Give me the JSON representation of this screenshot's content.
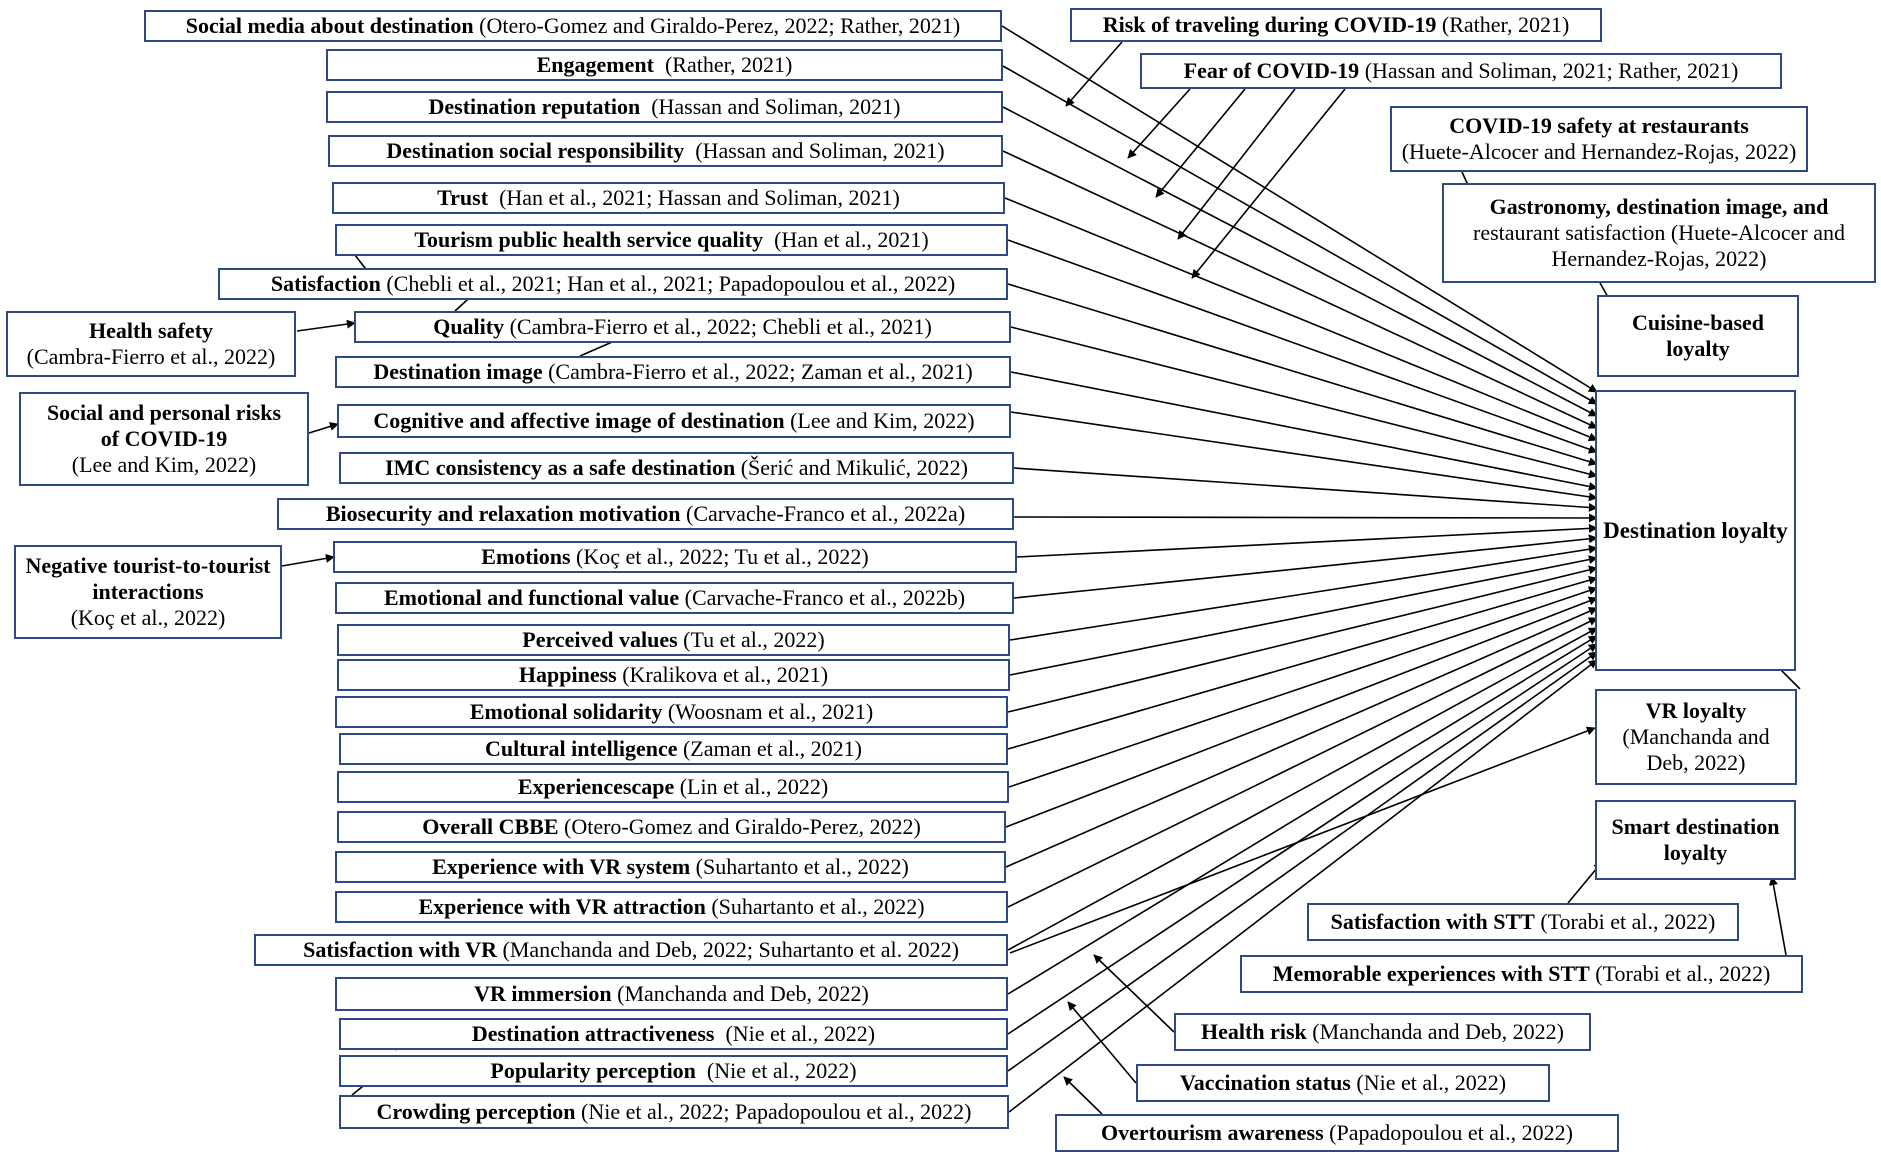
{
  "diagram": {
    "target": "Destination loyalty",
    "factors": [
      {
        "id": "f_social_media",
        "name": "Social media about destination",
        "ref": "(Otero-Gomez and Giraldo-Perez, 2022; Rather, 2021)"
      },
      {
        "id": "f_engagement",
        "name": "Engagement",
        "ref": "(Rather, 2021)"
      },
      {
        "id": "f_reputation",
        "name": "Destination reputation",
        "ref": "(Hassan and Soliman, 2021)"
      },
      {
        "id": "f_social_resp",
        "name": "Destination social responsibility",
        "ref": "(Hassan and Soliman, 2021)"
      },
      {
        "id": "f_trust",
        "name": "Trust",
        "ref": "(Han et al., 2021; Hassan and Soliman, 2021)"
      },
      {
        "id": "f_health_service",
        "name": "Tourism public health service quality",
        "ref": "(Han et al., 2021)"
      },
      {
        "id": "f_satisfaction",
        "name": "Satisfaction",
        "ref": "(Chebli et al., 2021; Han et al., 2021; Papadopoulou et al., 2022)"
      },
      {
        "id": "f_quality",
        "name": "Quality",
        "ref": "(Cambra-Fierro et al., 2022; Chebli et al., 2021)"
      },
      {
        "id": "f_image",
        "name": "Destination image",
        "ref": "(Cambra-Fierro et al., 2022; Zaman et al., 2021)"
      },
      {
        "id": "f_cog_image",
        "name": "Cognitive and affective image of destination",
        "ref": "(Lee and Kim, 2022)"
      },
      {
        "id": "f_imc",
        "name": "IMC consistency as a safe destination",
        "ref": "(Šerić and Mikulić, 2022)"
      },
      {
        "id": "f_biosecurity",
        "name": "Biosecurity and relaxation motivation",
        "ref": "(Carvache-Franco et al., 2022a)"
      },
      {
        "id": "f_emotions",
        "name": "Emotions",
        "ref": "(Koç et al., 2022; Tu et al., 2022)"
      },
      {
        "id": "f_emo_func",
        "name": "Emotional and functional value",
        "ref": "(Carvache-Franco et al., 2022b)"
      },
      {
        "id": "f_perceived",
        "name": "Perceived values",
        "ref": "(Tu et al., 2022)"
      },
      {
        "id": "f_happiness",
        "name": "Happiness",
        "ref": "(Kralikova et al., 2021)"
      },
      {
        "id": "f_solidarity",
        "name": "Emotional solidarity",
        "ref": "(Woosnam et al., 2021)"
      },
      {
        "id": "f_cultural",
        "name": "Cultural intelligence",
        "ref": "(Zaman et al., 2021)"
      },
      {
        "id": "f_experiencescape",
        "name": "Experiencescape",
        "ref": "(Lin et al., 2022)"
      },
      {
        "id": "f_cbbe",
        "name": "Overall CBBE",
        "ref": "(Otero-Gomez and Giraldo-Perez, 2022)"
      },
      {
        "id": "f_vr_system",
        "name": "Experience with VR system",
        "ref": "(Suhartanto et al., 2022)"
      },
      {
        "id": "f_vr_attraction",
        "name": "Experience with VR attraction",
        "ref": "(Suhartanto et al., 2022)"
      },
      {
        "id": "f_vr_satisfaction",
        "name": "Satisfaction with VR",
        "ref": "(Manchanda and Deb, 2022; Suhartanto et al. 2022)"
      },
      {
        "id": "f_vr_immersion",
        "name": "VR immersion",
        "ref": "(Manchanda and Deb, 2022)"
      },
      {
        "id": "f_attractiveness",
        "name": "Destination attractiveness",
        "ref": "(Nie et al., 2022)"
      },
      {
        "id": "f_popularity",
        "name": "Popularity perception",
        "ref": "(Nie et al., 2022)"
      },
      {
        "id": "f_crowding",
        "name": "Crowding perception",
        "ref": "(Nie et al., 2022; Papadopoulou et al., 2022)"
      }
    ],
    "left_antecedents": [
      {
        "id": "a_health_safety",
        "lines": [
          "Health safety",
          "(Cambra-Fierro et al., 2022)"
        ],
        "bold_lines": 1
      },
      {
        "id": "a_social_risks",
        "lines": [
          "Social and personal risks",
          "of COVID-19",
          "(Lee and Kim, 2022)"
        ],
        "bold_lines": 2
      },
      {
        "id": "a_negative",
        "lines": [
          "Negative tourist-to-tourist",
          "interactions",
          "(Koç et al., 2022)"
        ],
        "bold_lines": 2
      }
    ],
    "moderators": [
      {
        "id": "m_risk_travel",
        "name": "Risk of traveling during COVID-19",
        "ref": "(Rather, 2021)"
      },
      {
        "id": "m_fear",
        "name": "Fear of COVID-19",
        "ref": "(Hassan and Soliman, 2021; Rather, 2021)"
      },
      {
        "id": "m_health_risk",
        "name": "Health risk",
        "ref": "(Manchanda and Deb, 2022)"
      },
      {
        "id": "m_vaccination",
        "name": "Vaccination status",
        "ref": "(Nie et al., 2022)"
      },
      {
        "id": "m_overtourism",
        "name": "Overtourism awareness",
        "ref": "(Papadopoulou et al., 2022)"
      }
    ],
    "right_column": {
      "covid_restaurants": {
        "lines": [
          "COVID-19 safety at restaurants",
          "(Huete-Alcocer and Hernandez-Rojas, 2022)"
        ]
      },
      "gastronomy": {
        "lines": [
          "Gastronomy, destination image, and",
          "restaurant satisfaction (Huete-Alcocer and",
          "Hernandez-Rojas, 2022)"
        ]
      },
      "cuisine_loyalty": {
        "lines": [
          "Cuisine-based",
          "loyalty"
        ]
      },
      "vr_loyalty": {
        "lines": [
          "VR loyalty",
          "(Manchanda and",
          "Deb, 2022)"
        ]
      },
      "smart_loyalty": {
        "lines": [
          "Smart destination",
          "loyalty"
        ]
      },
      "stt_satisfaction": {
        "name": "Satisfaction with STT",
        "ref": "(Torabi et al., 2022)"
      },
      "stt_memorable": {
        "name": "Memorable experiences with STT",
        "ref": "(Torabi et al., 2022)"
      }
    }
  }
}
